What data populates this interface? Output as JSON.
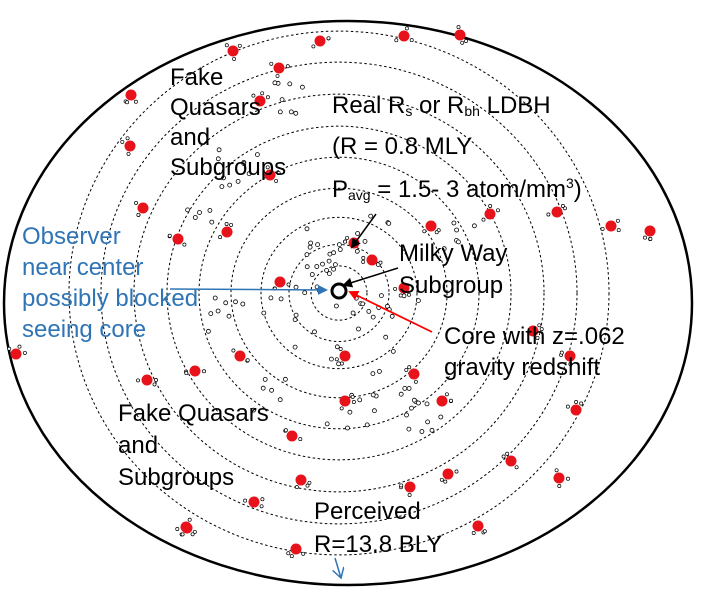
{
  "labels": {
    "fake_top": {
      "line1": "Fake",
      "line2": "Quasars",
      "line3": "and",
      "line4": "Subgroups"
    },
    "real_rs": {
      "line1": {
        "pre": "Real R",
        "sub1": "s",
        "mid": " or R",
        "sub2": "bh",
        "post": " LDBH"
      },
      "line2": "(R = 0.8 MLY",
      "line3": {
        "pre": "P",
        "sub": "avg",
        "mid": " = 1.5- 3 atom/mm",
        "sup": "3",
        "post": ")"
      }
    },
    "observer": {
      "line1": "Observer",
      "line2": "near center",
      "line3": "possibly blocked",
      "line4": "seeing core"
    },
    "milky_way": {
      "line1": "Milky Way",
      "line2": "Subgroup"
    },
    "core": {
      "line1": "Core with z=.062",
      "line2": "gravity redshift"
    },
    "fake_bottom": {
      "line1": "Fake Quasars",
      "line2": "and",
      "line3": "Subgroups"
    },
    "perceived": {
      "line1": "Perceived",
      "line2": "R=13.8 BLY"
    }
  },
  "colors": {
    "outline": "#000000",
    "dashed_circles": "#000000",
    "red_dots": "#e8121b",
    "observer_text": "#2f75b5",
    "observer_arrow": "#2f75b5",
    "core_arrow": "#ff0000",
    "milky_way_arrow": "#000000"
  }
}
